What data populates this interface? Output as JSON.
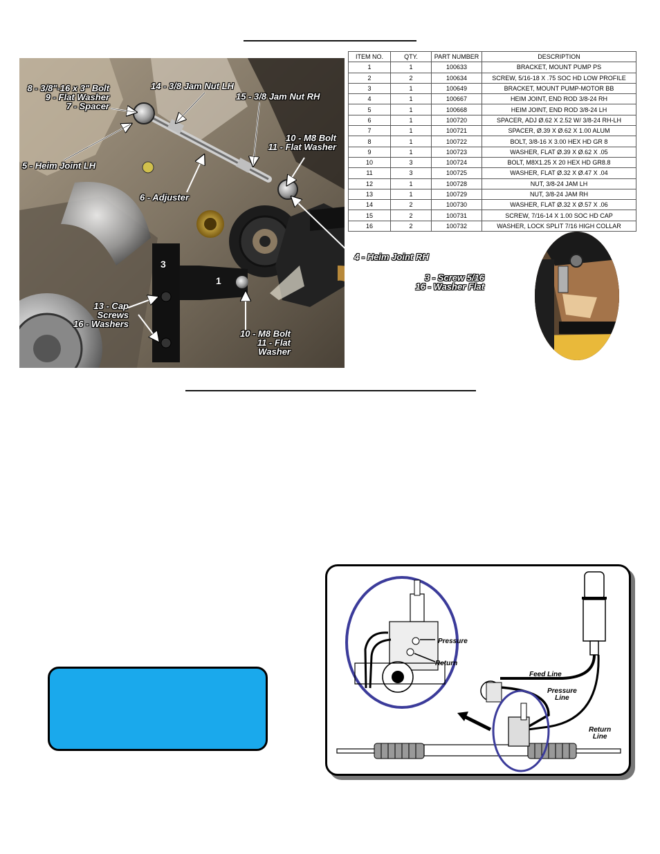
{
  "photo": {
    "callouts": {
      "c8_9_7": "8 - 3/8\"-16 x 3\" Bolt\n9 - Flat Washer\n7 - Spacer",
      "c14": "14 - 3/8 Jam Nut LH",
      "c15": "15 - 3/8 Jam Nut RH",
      "c10_11_top": "10 - M8 Bolt\n11 - Flat Washer",
      "c5": "5 - Heim Joint LH",
      "c6": "6 - Adjuster",
      "c4": "4 - Heim Joint RH",
      "c13_16": "13 - Cap Screws\n16 - Washers",
      "c10_11_bottom": "10 - M8 Bolt\n11 - Flat Washer",
      "c3_16": "3 - Screw 5/16\n16 - Washer Flat"
    },
    "markers": {
      "m3": "3",
      "m1": "1"
    }
  },
  "bom": {
    "headers": [
      "ITEM NO.",
      "QTY.",
      "PART NUMBER",
      "DESCRIPTION"
    ],
    "rows": [
      [
        "1",
        "1",
        "100633",
        "BRACKET, MOUNT PUMP PS"
      ],
      [
        "2",
        "2",
        "100634",
        "SCREW, 5/16-18 X .75 SOC HD LOW PROFILE"
      ],
      [
        "3",
        "1",
        "100649",
        "BRACKET, MOUNT PUMP-MOTOR BB"
      ],
      [
        "4",
        "1",
        "100667",
        "HEIM JOINT, END ROD 3/8-24 RH"
      ],
      [
        "5",
        "1",
        "100668",
        "HEIM JOINT, END ROD 3/8-24 LH"
      ],
      [
        "6",
        "1",
        "100720",
        "SPACER, ADJ Ø.62 X 2.52 W/ 3/8-24 RH-LH"
      ],
      [
        "7",
        "1",
        "100721",
        "SPACER, Ø.39 X Ø.62 X 1.00 ALUM"
      ],
      [
        "8",
        "1",
        "100722",
        "BOLT, 3/8-16 X 3.00 HEX HD GR 8"
      ],
      [
        "9",
        "1",
        "100723",
        "WASHER, FLAT Ø.39 X Ø.62 X .05"
      ],
      [
        "10",
        "3",
        "100724",
        "BOLT, M8X1.25 X 20 HEX HD GR8.8"
      ],
      [
        "11",
        "3",
        "100725",
        "WASHER, FLAT Ø.32 X Ø.47 X .04"
      ],
      [
        "12",
        "1",
        "100728",
        "NUT, 3/8-24 JAM LH"
      ],
      [
        "13",
        "1",
        "100729",
        "NUT, 3/8-24 JAM RH"
      ],
      [
        "14",
        "2",
        "100730",
        "WASHER, FLAT Ø.32 X Ø.57 X .06"
      ],
      [
        "15",
        "2",
        "100731",
        "SCREW, 7/16-14 X 1.00 SOC HD CAP"
      ],
      [
        "16",
        "2",
        "100732",
        "WASHER, LOCK SPLIT 7/16 HIGH COLLAR"
      ]
    ]
  },
  "diagram": {
    "labels": {
      "pressure": "Pressure",
      "return": "Return",
      "feed_line": "Feed Line",
      "pressure_line": "Pressure\nLine",
      "return_line": "Return\nLine"
    }
  },
  "colors": {
    "note_box": "#1aa9ec",
    "diagram_circle": "#3b3b9a"
  }
}
